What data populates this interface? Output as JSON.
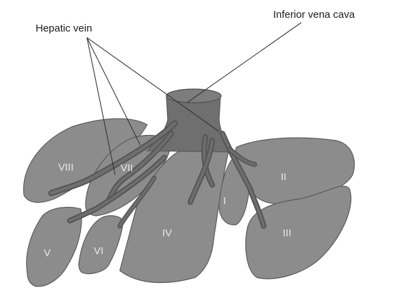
{
  "labels": {
    "hepatic_vein": "Hepatic vein",
    "inferior_vena_cava": "Inferior vena cava"
  },
  "segments": {
    "I": "I",
    "II": "II",
    "III": "III",
    "IV": "IV",
    "V": "V",
    "VI": "VI",
    "VII": "VII",
    "VIII": "VIII"
  },
  "colors": {
    "segment_fill": "#8c8c8c",
    "vein": "#555555",
    "background": "#ffffff"
  }
}
